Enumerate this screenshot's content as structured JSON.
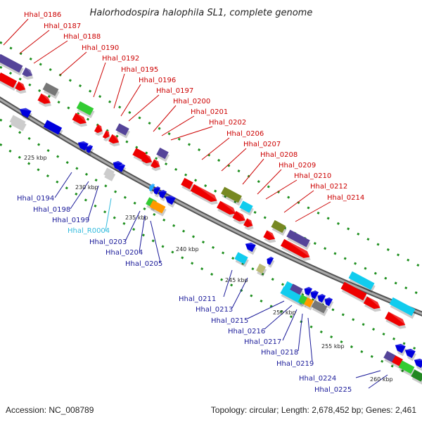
{
  "title": "Halorhodospira halophila SL1, complete genome",
  "footer": {
    "accession": "Accession: NC_008789",
    "topology": "Topology: circular; Length: 2,678,452 bp; Genes: 2,461"
  },
  "ticks": [
    "225 kbp",
    "230 kbp",
    "235 kbp",
    "240 kbp",
    "245 kbp",
    "250 kbp",
    "255 kbp",
    "260 kbp"
  ],
  "forward_labels": [
    "Hhal_0186",
    "Hhal_0187",
    "Hhal_0188",
    "Hhal_0190",
    "Hhal_0192",
    "Hhal_0195",
    "Hhal_0196",
    "Hhal_0197",
    "Hhal_0200",
    "Hhal_0201",
    "Hhal_0202",
    "Hhal_0206",
    "Hhal_0207",
    "Hhal_0208",
    "Hhal_0209",
    "Hhal_0210",
    "Hhal_0212",
    "Hhal_0214"
  ],
  "reverse_labels": [
    "Hhal_0194",
    "Hhal_0198",
    "Hhal_0199",
    "Hhal_R0004",
    "Hhal_0203",
    "Hhal_0204",
    "Hhal_0205",
    "Hhal_0211",
    "Hhal_0213",
    "Hhal_0215",
    "Hhal_0216",
    "Hhal_0217",
    "Hhal_0218",
    "Hhal_0219",
    "Hhal_0224",
    "Hhal_0225"
  ],
  "colors": {
    "red": "#ee0000",
    "blue": "#0000dd",
    "navy": "#554499",
    "gray": "#777777",
    "green": "#33cc33",
    "olive": "#778822",
    "cyan": "#11ccee",
    "orange": "#ff9900",
    "darkgreen": "#228822",
    "backbone": "#888888"
  }
}
